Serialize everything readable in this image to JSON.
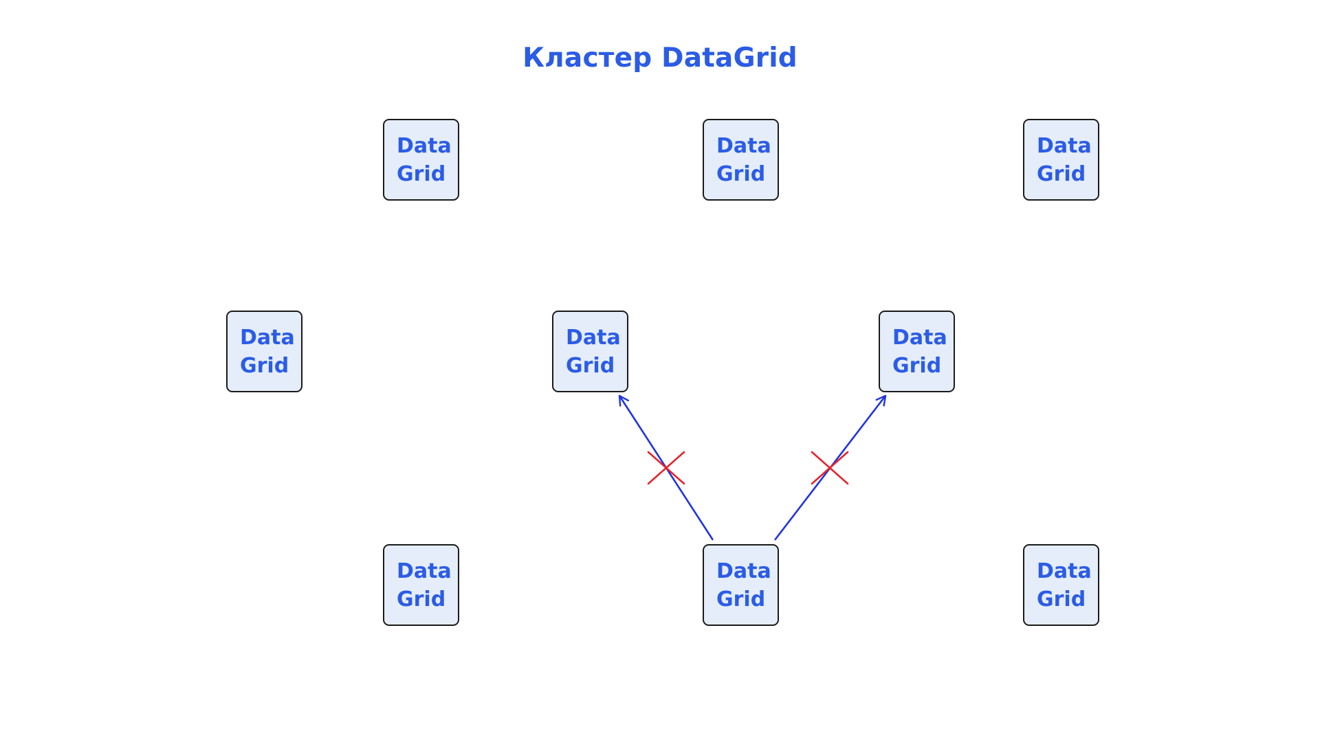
{
  "diagram": {
    "title": "Кластер DataGrid",
    "colors": {
      "text": "#2b5ce6",
      "node_fill": "#e5edfb",
      "node_border": "#1a1a1a",
      "link": "#1f33e0",
      "cross": "#e3242b",
      "background": "#ffffff"
    },
    "nodes": [
      {
        "id": "node-top-left",
        "line1": "Data",
        "line2": "Grid"
      },
      {
        "id": "node-top-center",
        "line1": "Data",
        "line2": "Grid"
      },
      {
        "id": "node-top-right",
        "line1": "Data",
        "line2": "Grid"
      },
      {
        "id": "node-middle-far-left",
        "line1": "Data",
        "line2": "Grid"
      },
      {
        "id": "node-middle-left",
        "line1": "Data",
        "line2": "Grid"
      },
      {
        "id": "node-middle-right",
        "line1": "Data",
        "line2": "Grid"
      },
      {
        "id": "node-bottom-left",
        "line1": "Data",
        "line2": "Grid"
      },
      {
        "id": "node-bottom-center",
        "line1": "Data",
        "line2": "Grid"
      },
      {
        "id": "node-bottom-right",
        "line1": "Data",
        "line2": "Grid"
      }
    ],
    "links": [
      {
        "from": "node-bottom-center",
        "to": "node-middle-left",
        "status": "broken"
      },
      {
        "from": "node-bottom-center",
        "to": "node-middle-right",
        "status": "broken"
      }
    ]
  }
}
